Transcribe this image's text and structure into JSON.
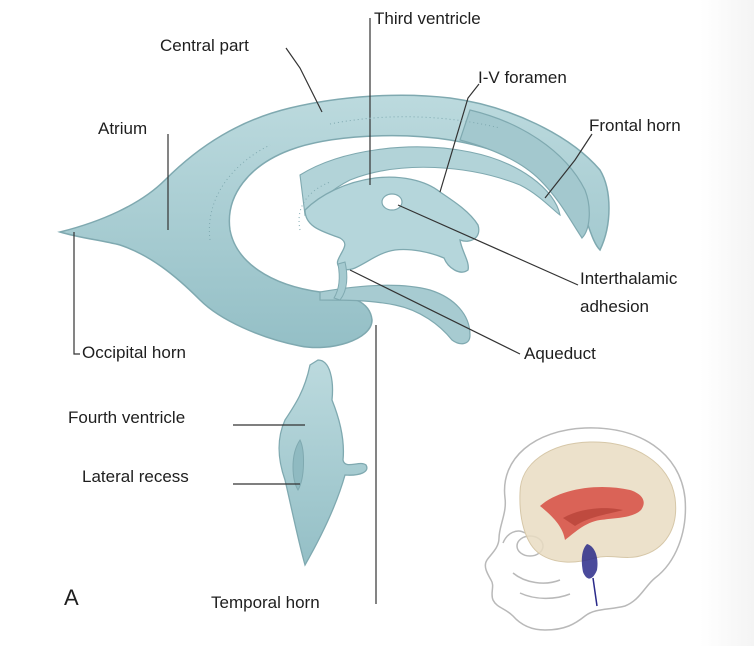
{
  "figure": {
    "panel_letter": "A",
    "colors": {
      "ventricle_fill": "#a9cdd3",
      "ventricle_stroke": "#7fa9b0",
      "leader_line": "#333333",
      "inset_ventricles": "#d8554a",
      "inset_fourth_ventricle": "#2a2a8a"
    },
    "labels": {
      "third_ventricle": "Third ventricle",
      "central_part": "Central part",
      "iv_foramen": "I-V foramen",
      "atrium": "Atrium",
      "frontal_horn": "Frontal horn",
      "interthalamic_1": "Interthalamic",
      "interthalamic_2": "adhesion",
      "occipital_horn": "Occipital horn",
      "aqueduct": "Aqueduct",
      "fourth_ventricle": "Fourth ventricle",
      "lateral_recess": "Lateral recess",
      "temporal_horn": "Temporal horn"
    },
    "inset_icons": [
      "skull-icon",
      "brain-icon"
    ]
  }
}
